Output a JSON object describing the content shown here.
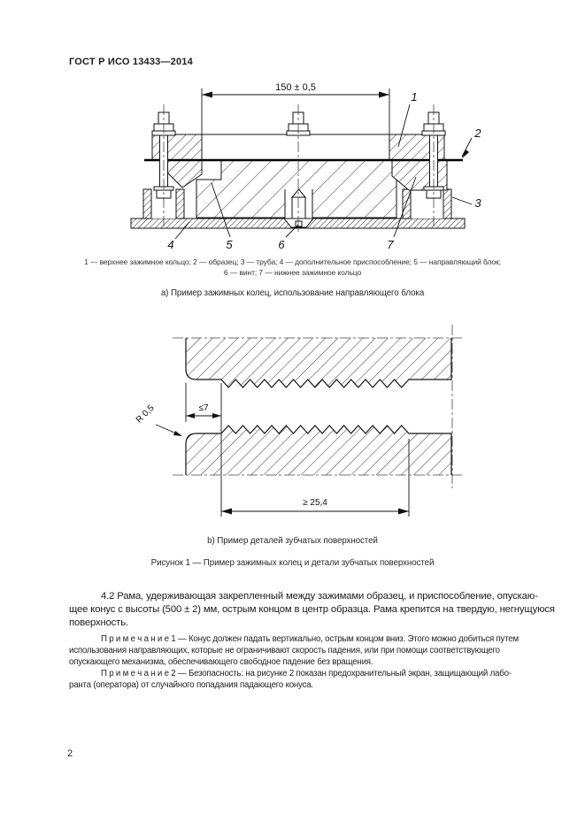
{
  "document": {
    "header": "ГОСТ Р ИСО  13433—2014",
    "page_number": "2"
  },
  "figure_a": {
    "dimension": "150 ± 0,5",
    "callouts": [
      "1",
      "2",
      "3",
      "4",
      "5",
      "6",
      "7"
    ],
    "legend_line1": "1 — верхнее зажимное кольцо; 2 — образец; 3 — труба; 4 — дополнительное приспособление; 5 — направляющий блок;",
    "legend_line2": "6 — винт; 7 — нижнее зажимное кольцо",
    "caption": "а)  Пример зажимных колец, использование направляющего блока"
  },
  "figure_b": {
    "dim_width": "≤7",
    "dim_radius": "R 0,5",
    "dim_length": "≥ 25,4",
    "caption": "b)  Пример деталей зубчатых поверхностей"
  },
  "figure_caption": "Рисунок  1 — Пример зажимных колец и детали зубчатых поверхностей",
  "paragraph_4_2": {
    "lines": [
      "4.2  Рама, удерживающая закрепленный между зажимами образец, и приспособление, опускаю-",
      "щее конус с высоты (500 ± 2) мм, острым концом в центр образца. Рама крепится на твердую, негнущуюся",
      "поверхность."
    ]
  },
  "note_1": {
    "lines": [
      "П р и м е ч а н и е  1 — Конус должен падать вертикально, острым концом вниз. Этого можно добиться путем",
      "использования направляющих, которые не ограничивают скорость падения, или при помощи соответствующего",
      "опускающего механизма, обеспечивающего свободное падение без вращения."
    ]
  },
  "note_2": {
    "lines": [
      "П р и м е ч а н и е  2 — Безопасность: на рисунке 2 показан предохранительный экран, защищающий лабо-",
      "ранта (оператора) от случайного попадания падающего конуса."
    ]
  }
}
